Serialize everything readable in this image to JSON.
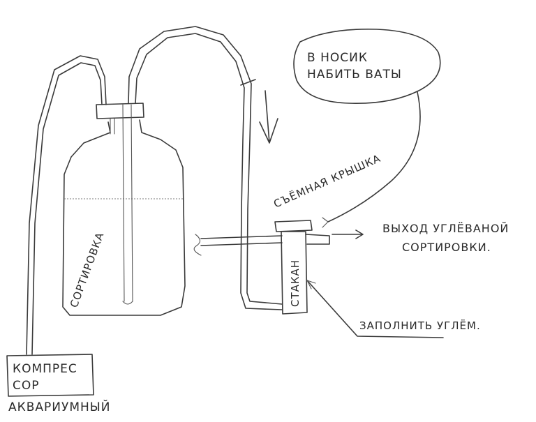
{
  "labels": {
    "nose_note_line1": "В НОСИК",
    "nose_note_line2": "НАБИТЬ ВАТЫ",
    "lid": "СЪЁМНАЯ КРЫШКА",
    "output_line1": "ВЫХОД УГЛЁВАНОЙ",
    "output_line2": "СОРТИРОВКИ.",
    "bottle": "СОРТИРОВКА",
    "cup": "СТАКАН",
    "fill_note": "ЗАПОЛНИТЬ УГЛЁМ.",
    "compressor_line1": "КОМПРЕС",
    "compressor_line2": "СОР",
    "compressor_caption": "АКВАРИУМНЫЙ"
  },
  "colors": {
    "ink": "#3a3a3a",
    "paper": "#ffffff"
  }
}
